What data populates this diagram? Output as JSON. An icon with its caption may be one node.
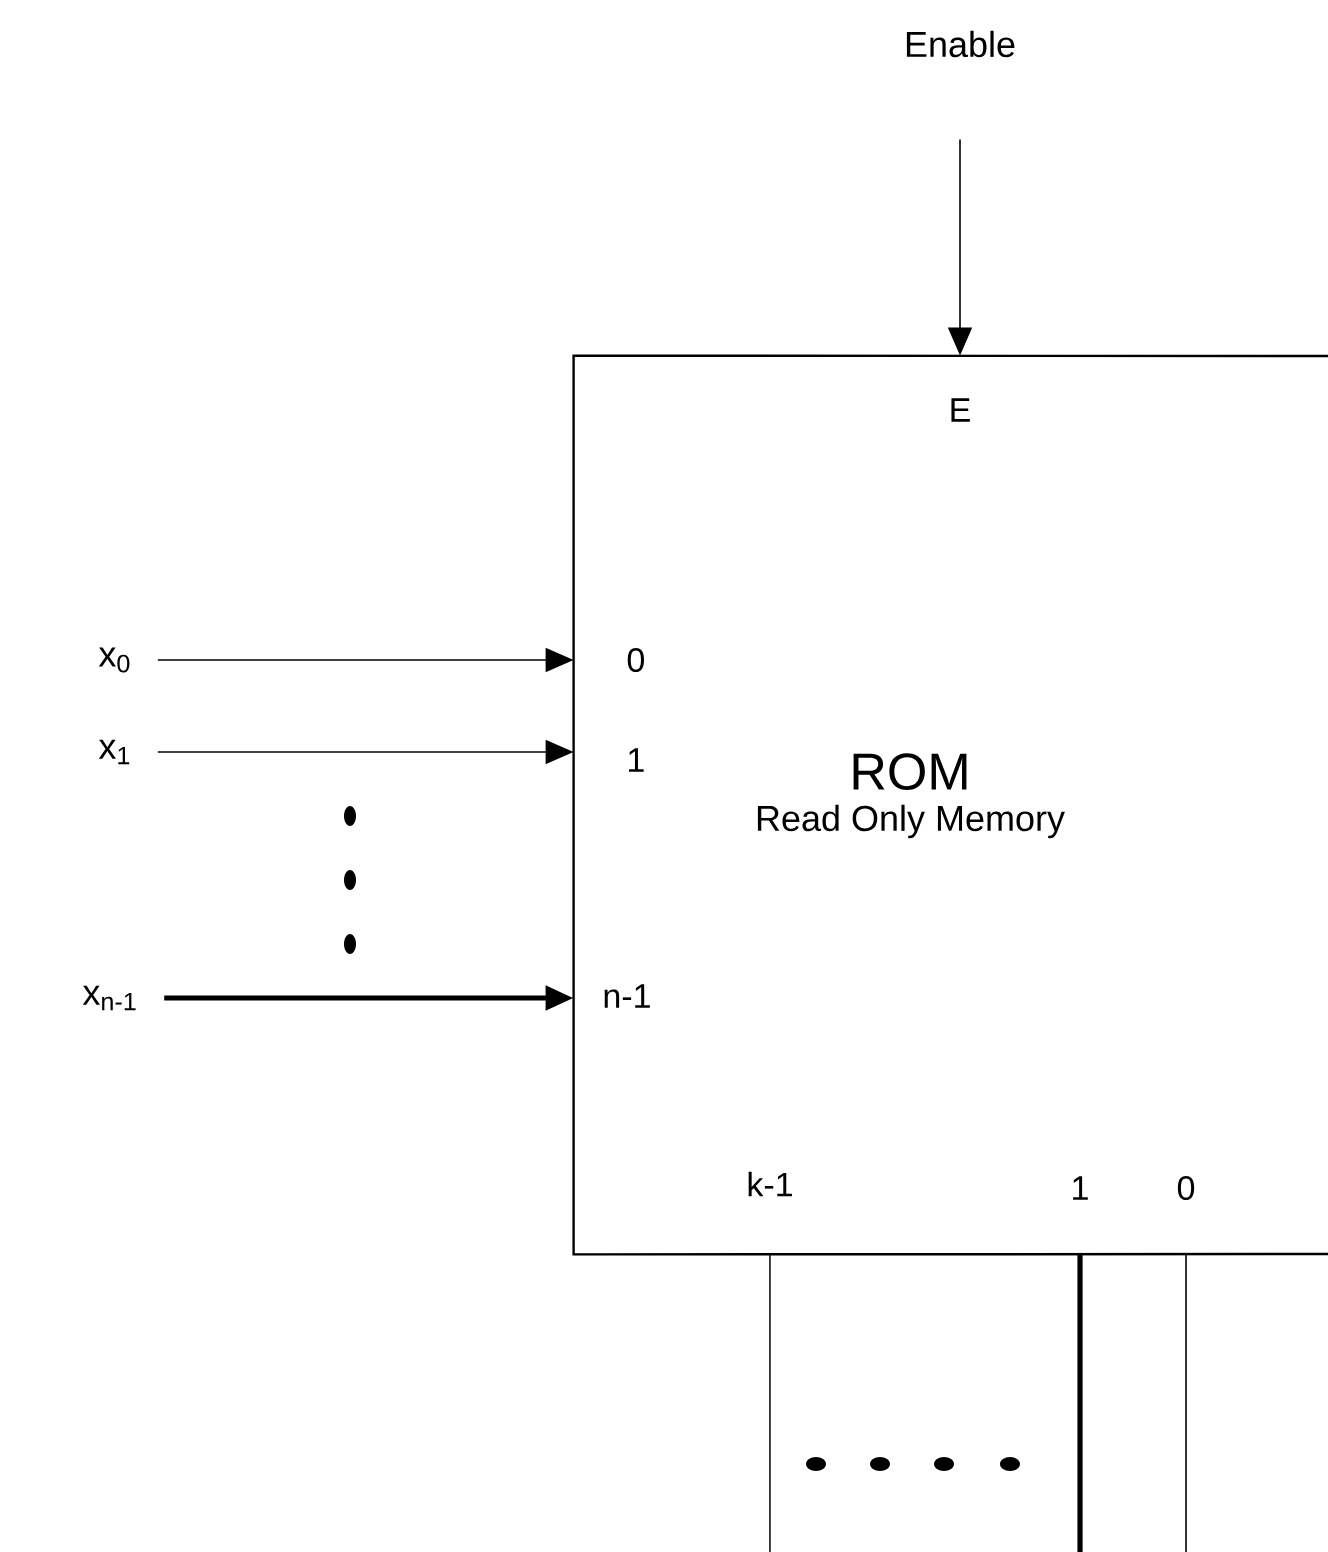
{
  "diagram": {
    "nodes": [
      {
        "text": [
          "ROM",
          "Read Only Memory"
        ]
      },
      {
        "text": [
          "Enable"
        ]
      },
      {
        "text": [
          "x$_{0}$"
        ]
      },
      {
        "text": [
          "x$_{1}$"
        ]
      },
      {
        "text": [
          "x$_{n-1}$"
        ]
      }
    ],
    "edges": [
      {
        "from": 1,
        "to": 0,
        "arrow": "to"
      },
      {
        "from": 2,
        "to": 0,
        "arrow": "to"
      },
      {
        "from": 3,
        "to": 0,
        "arrow": "to"
      },
      {
        "from": 4,
        "to": 0,
        "arrow": "to",
        "style": "thick"
      },
      {
        "from": 0,
        "to": null,
        "arrow": "none"
      },
      {
        "from": 0,
        "to": null,
        "arrow": "none",
        "style": "thick"
      },
      {
        "from": 0,
        "to": null,
        "arrow": "none"
      }
    ],
    "labels": [
      "E",
      "0",
      "1",
      "n-1",
      "k-1",
      "1",
      "0"
    ]
  }
}
